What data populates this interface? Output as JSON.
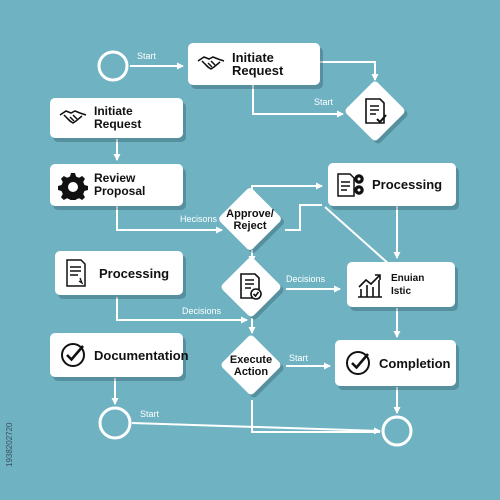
{
  "nodes": {
    "initiate_request_top": "Initiate Request",
    "initiate_request_left": "Initiate Request",
    "review_proposal": "Review Proposal",
    "processing_right": "Processing",
    "processing_left": "Processing",
    "enuian_istic": "Enuian\nIstic",
    "documentation": "Documentation",
    "completion": "Completion",
    "approve_reject": "Approve/\nReject",
    "execute_action": "Execute\nAction"
  },
  "edge_labels": {
    "start_top": "Start",
    "start_right": "Start",
    "hecisons": "Hecisons",
    "decisions_right": "Decisions",
    "decisions_bottom": "Decisions",
    "start_execute": "Start",
    "start_bottom": "Start"
  },
  "icons": {
    "initiate_request_top": "handshake-icon",
    "initiate_request_left": "handshake-icon",
    "review_proposal": "gear-icon",
    "processing_right": "document-gear-icon",
    "processing_left": "document-icon",
    "enuian_istic": "growth-chart-icon",
    "documentation": "checkmark-icon",
    "completion": "checkmark-icon",
    "decision_top": "document-check-icon",
    "decision_middle": "document-check-icon"
  },
  "watermark": "1938202720",
  "colors": {
    "background": "#6fb3c2",
    "box": "#ffffff",
    "line": "#ffffff",
    "text": "#111111"
  }
}
